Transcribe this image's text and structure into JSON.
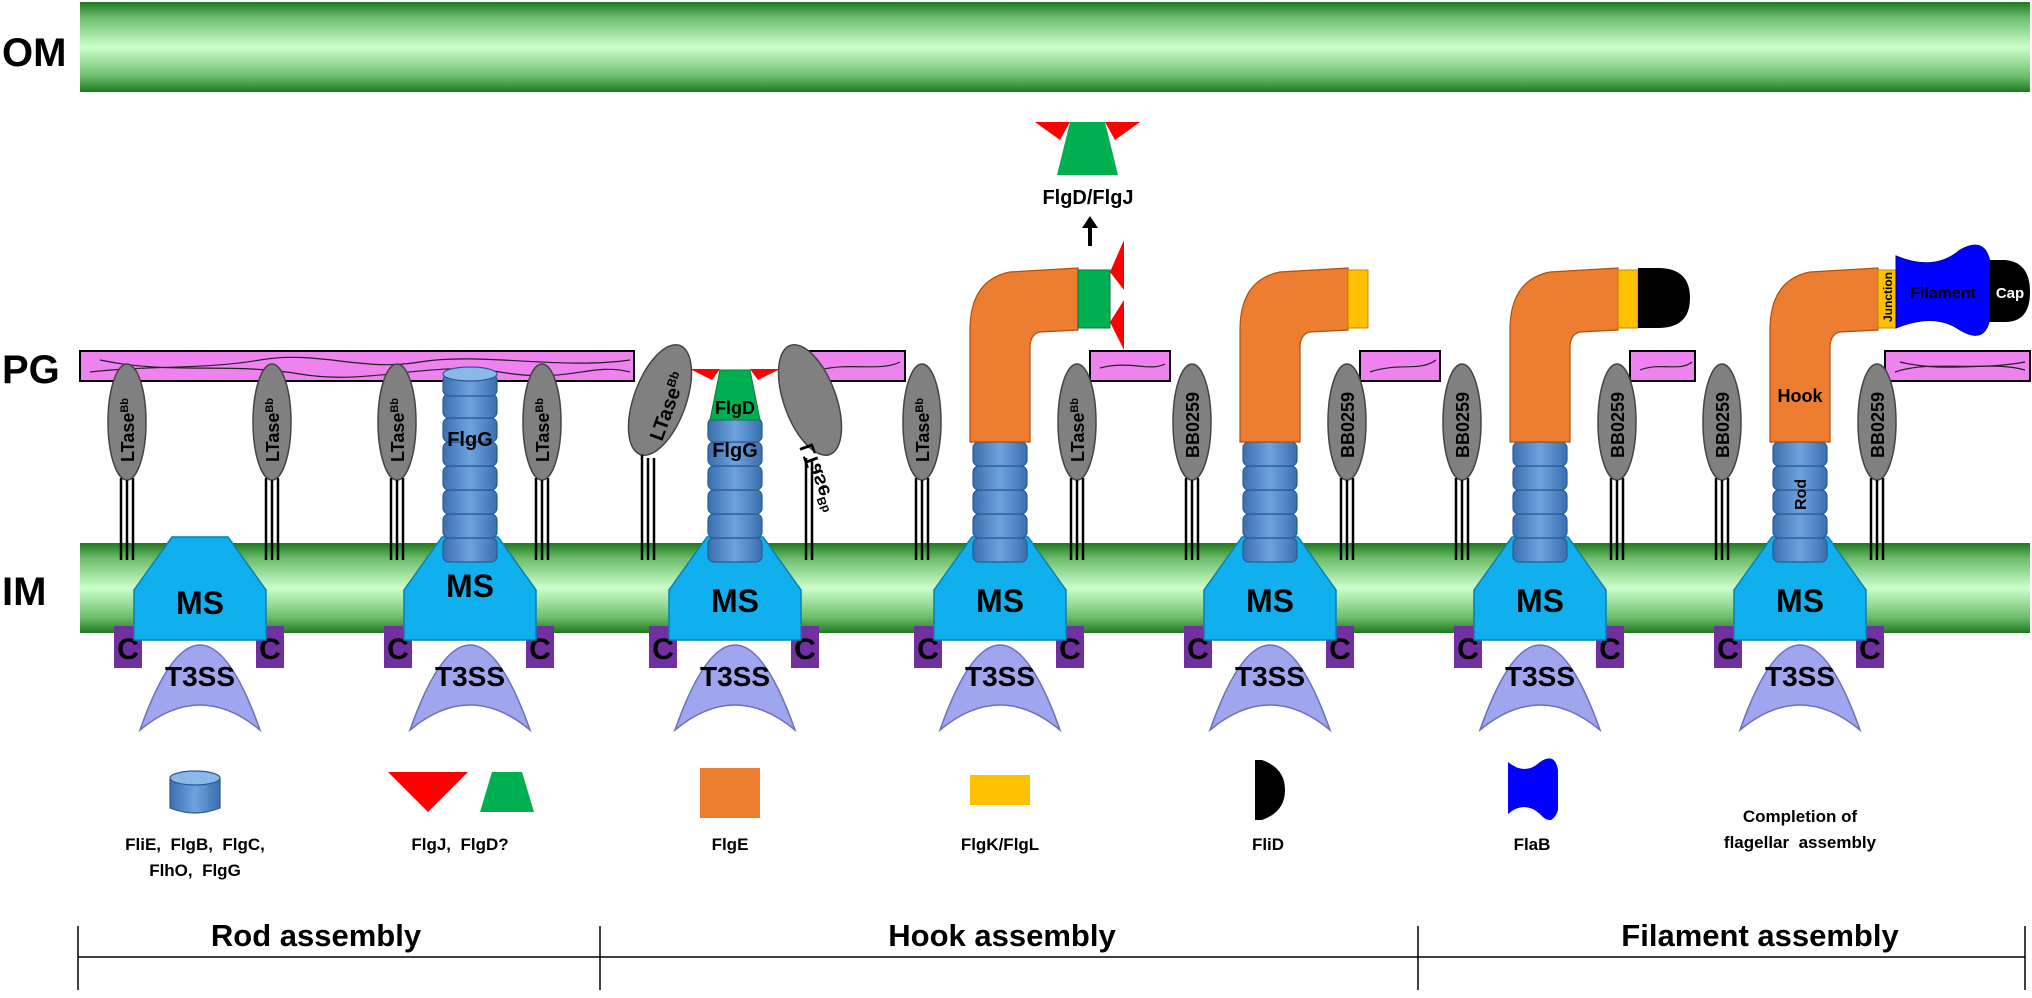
{
  "layers": {
    "outer_membrane": "OM",
    "peptidoglycan": "PG",
    "inner_membrane": "IM"
  },
  "components": {
    "ms_ring": "MS",
    "t3ss": "T3SS",
    "c_ring": "C",
    "ltase_main": "LTase",
    "ltase_sup": "Bb",
    "bb0259": "BB0259",
    "flgg": "FlgG",
    "flgd": "FlgD",
    "rod": "Rod",
    "hook": "Hook",
    "junction": "Junction",
    "filament": "Filament",
    "cap": "Cap",
    "released_cap": "FlgD/FlgJ"
  },
  "legend": {
    "rod_proteins": [
      "FliE,  FlgB,  FlgC,",
      "FlhO,  FlgG"
    ],
    "cap_proteins": "FlgJ,  FlgD?",
    "hook_protein": "FlgE",
    "junction_proteins": "FlgK/FlgL",
    "filament_cap_protein": "FliD",
    "filament_protein": "FlaB",
    "completion": [
      "Completion of",
      "flagellar  assembly"
    ]
  },
  "stages": {
    "rod": "Rod assembly",
    "hook": "Hook assembly",
    "filament": "Filament assembly"
  },
  "colors": {
    "membrane_dark": "#1f7a1f",
    "membrane_light": "#ccffcc",
    "pg_fill": "#ee82ee",
    "ms_ring": "#10b0ef",
    "c_ring": "#7030a0",
    "t3ss": "#9fa6ee",
    "rod_segment": "#4a86c8",
    "hook": "#ed7d31",
    "junction": "#ffc000",
    "filament": "#0000ff",
    "cap": "#000000",
    "flgj": "#ff0000",
    "flgd": "#00b050",
    "ltase": "#808080"
  }
}
